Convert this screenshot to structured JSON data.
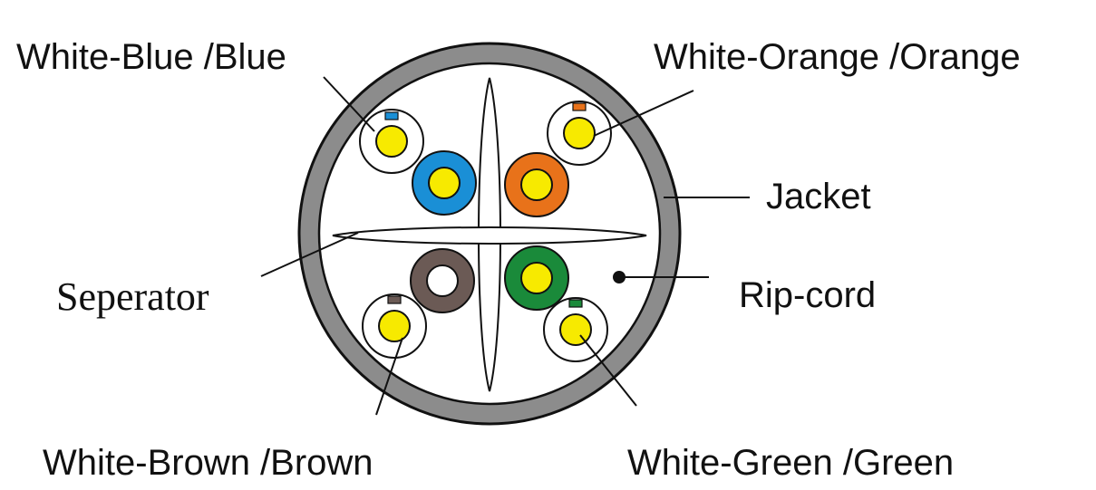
{
  "labels": {
    "white_blue": "White-Blue /Blue",
    "white_orange": "White-Orange /Orange",
    "jacket": "Jacket",
    "separator": "Seperator",
    "rip_cord": "Rip-cord",
    "white_brown": "White-Brown /Brown",
    "white_green": "White-Green /Green"
  },
  "colors": {
    "jacket": "#8c8c8c",
    "conductor": "#f7ea00",
    "blue": "#1a8fd6",
    "orange": "#e8721a",
    "brown": "#6b5a55",
    "green": "#1a8a3a",
    "white": "#ffffff",
    "line": "#111111"
  }
}
